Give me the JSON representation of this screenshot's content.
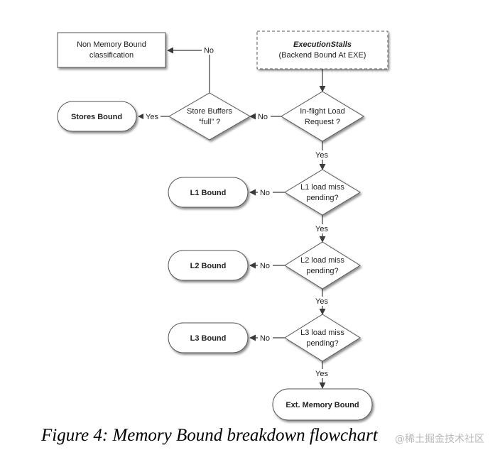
{
  "diagram": {
    "nodes": {
      "non_memory": {
        "line1": "Non Memory Bound",
        "line2": "classification"
      },
      "execution": {
        "line1": "ExecutionStalls",
        "line2": "(Backend Bound At EXE)"
      },
      "stores": {
        "label": "Stores Bound"
      },
      "store_buffers": {
        "line1": "Store Buffers",
        "line2": "“full” ?"
      },
      "inflight": {
        "line1": "In-flight Load",
        "line2": "Request ?"
      },
      "l1_decision": {
        "line1": "L1 load miss",
        "line2": "pending?"
      },
      "l1_bound": {
        "label": "L1 Bound"
      },
      "l2_decision": {
        "line1": "L2 load miss",
        "line2": "pending?"
      },
      "l2_bound": {
        "label": "L2 Bound"
      },
      "l3_decision": {
        "line1": "L3 load miss",
        "line2": "pending?"
      },
      "l3_bound": {
        "label": "L3 Bound"
      },
      "ext_memory": {
        "label": "Ext. Memory Bound"
      }
    },
    "edges": {
      "store_buffers_no": "No",
      "store_buffers_yes": "Yes",
      "inflight_no": "No",
      "inflight_yes": "Yes",
      "l1_no": "No",
      "l1_yes": "Yes",
      "l2_no": "No",
      "l2_yes": "Yes",
      "l3_no": "No",
      "l3_yes": "Yes"
    }
  },
  "caption": "Figure 4: Memory Bound breakdown flowchart",
  "watermark": "@稀土掘金技术社区"
}
